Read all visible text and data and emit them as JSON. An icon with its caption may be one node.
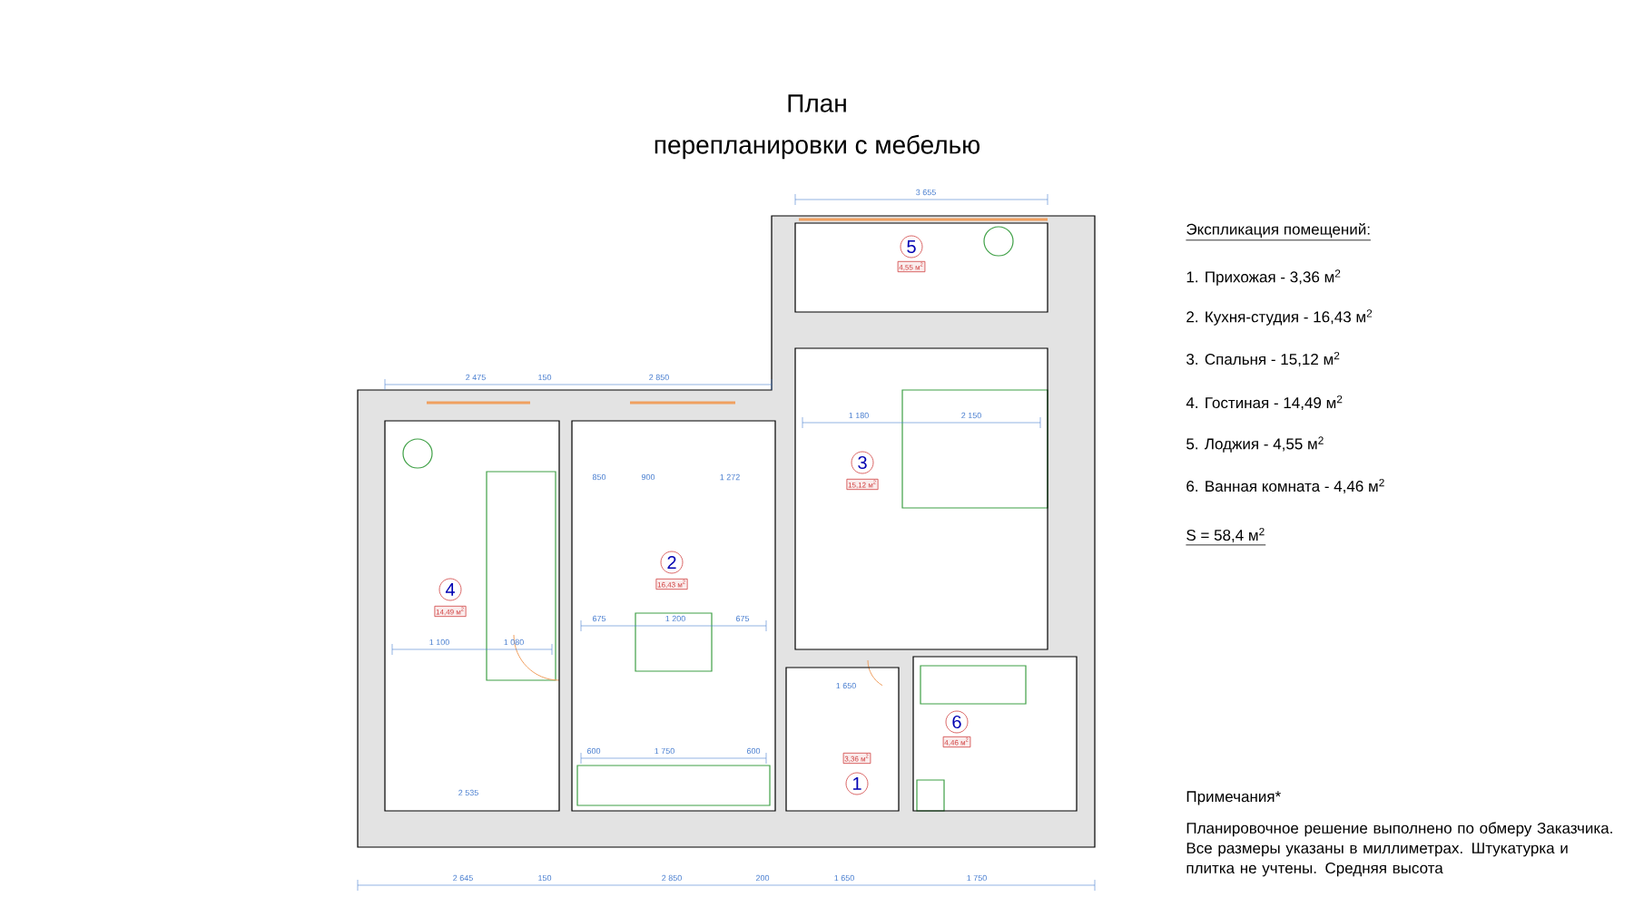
{
  "diagram": {
    "title": "План",
    "nodes": [
      {
        "text": [
          "5",
          "4,55 м$^{2}$"
        ]
      },
      {
        "text": [
          "3",
          "15,12 м$^{2}$"
        ]
      },
      {
        "text": [
          "4",
          "14,49 м$^{2}$"
        ]
      },
      {
        "text": [
          "2",
          "16,43 м$^{2}$"
        ]
      },
      {
        "text": [
          "6",
          "4,46 м$^{2}$"
        ]
      },
      {
        "text": [
          "3,36 м$^{2}$",
          "1"
        ]
      }
    ],
    "labels": [
      "перепланировки с мебелью",
      "3 655",
      "2 475",
      "150",
      "2 850",
      "850",
      "900",
      "1 272",
      "1 180",
      "2 150",
      "675",
      "1 200",
      "675",
      "1 100",
      "1 080",
      "1 650",
      "600",
      "1 750",
      "600",
      "2 535",
      "2 645",
      "150",
      "2 850",
      "200",
      "1 650",
      "1 750",
      "Экспликация помещений:",
      "1. Прихожая - 3,36 м$^{2}$",
      "2. Кухня-студия - 16,43 м$^{2}$",
      "3. Спальня - 15,12 м$^{2}$",
      "4. Гостиная - 14,49 м$^{2}$",
      "5. Лоджия - 4,55 м$^{2}$",
      "6. Ванная комната - 4,46 м$^{2}$",
      "S = 58,4  м$^{2}$",
      "Примечания*",
      "Планировочное решение выполнено по обмеру Заказчика. Все размеры указаны в миллиметрах. Штукатурка и плитка не учтены. Средняя высота"
    ]
  }
}
